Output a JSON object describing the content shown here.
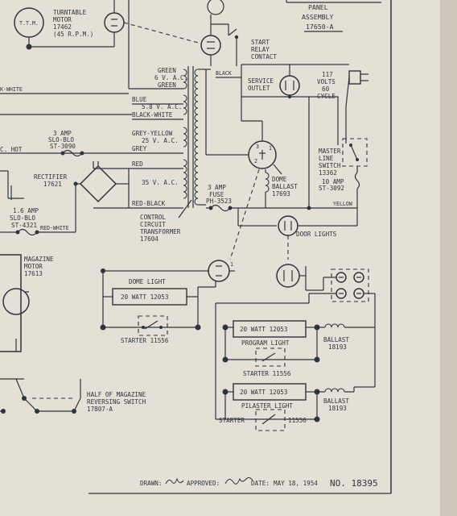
{
  "document": {
    "number": "NO. 18395",
    "drawn_label": "DRAWN:",
    "approved_label": "APPROVED:",
    "date_label": "DATE:",
    "date": "MAY 18, 1954"
  },
  "title_block": {
    "line1": "PANEL",
    "line2": "ASSEMBLY",
    "line3": "17650-A"
  },
  "labels": {
    "ttm": "T.T.M.",
    "turntable_1": "TURNTABLE",
    "turntable_2": "MOTOR",
    "turntable_3": "17462",
    "turntable_4": "(45 R.P.M.)",
    "start_1": "START",
    "start_2": "RELAY",
    "start_3": "CONTACT",
    "black_white": "K-WHITE",
    "green_top": "GREEN",
    "vac6": "6 V. A.C.",
    "green_bot": "GREEN",
    "black": "BLACK",
    "service_1": "SERVICE",
    "service_2": "OUTLET",
    "volts_1": "117",
    "volts_2": "VOLTS",
    "volts_3": "60",
    "volts_4": "CYCLE",
    "blue": "BLUE",
    "vac58": "5.8 V. A.C.",
    "black_white2": "BLACK-WHITE",
    "amp3_1": "3 AMP",
    "amp3_2": "SLO-BLO",
    "amp3_3": "ST-3090",
    "grey_yellow": "GREY-YELLOW",
    "vac25": "25 V. A.C.",
    "grey": "GREY",
    "hot": "C. HOT",
    "red": "RED",
    "master_1": "MASTER",
    "master_2": "LINE",
    "master_3": "SWITCH",
    "master_4": "13362",
    "rect_1": "RECTIFIER",
    "rect_2": "17621",
    "vac35": "35 V. A.C.",
    "fuse_1": "3 AMP",
    "fuse_2": "FUSE",
    "fuse_3": "PH-3523",
    "dome_b_1": "DOME",
    "dome_b_2": "BALLAST",
    "dome_b_3": "17693",
    "amp10_1": "10 AMP",
    "amp10_2": "ST-3092",
    "amp16_1": "1.6 AMP",
    "amp16_2": "SLO-BLO",
    "amp16_3": "ST-4321",
    "red_black": "RED-BLACK",
    "yellow": "YELLOW",
    "red_white": "RED-WHITE",
    "ctrl_1": "CONTROL",
    "ctrl_2": "CIRCUIT",
    "ctrl_3": "TRANSFORMER",
    "ctrl_4": "17604",
    "door": "DOOR LIGHTS",
    "mag_1": "MAGAZINE",
    "mag_2": "MOTOR",
    "mag_3": "17613",
    "dome_light": "DOME LIGHT",
    "watt_dome": "20 WATT  12053",
    "starter_dome": "STARTER  11556",
    "watt_prog": "20 WATT  12053",
    "program": "PROGRAM LIGHT",
    "ballast_1a": "BALLAST",
    "ballast_1b": "18193",
    "starter_prog": "STARTER  11556",
    "watt_pil": "20 WATT  12053",
    "pilaster": "PILASTER  LIGHT",
    "ballast_2a": "BALLAST",
    "ballast_2b": "18193",
    "starter_pil": "STARTER",
    "starter_pil_num": "11556",
    "half_1": "HALF OF MAGAZINE",
    "half_2": "REVERSING SWITCH",
    "half_3": "17807-A"
  },
  "colors": {
    "ink": "#2f3340",
    "paper": "#e4e0d6"
  }
}
